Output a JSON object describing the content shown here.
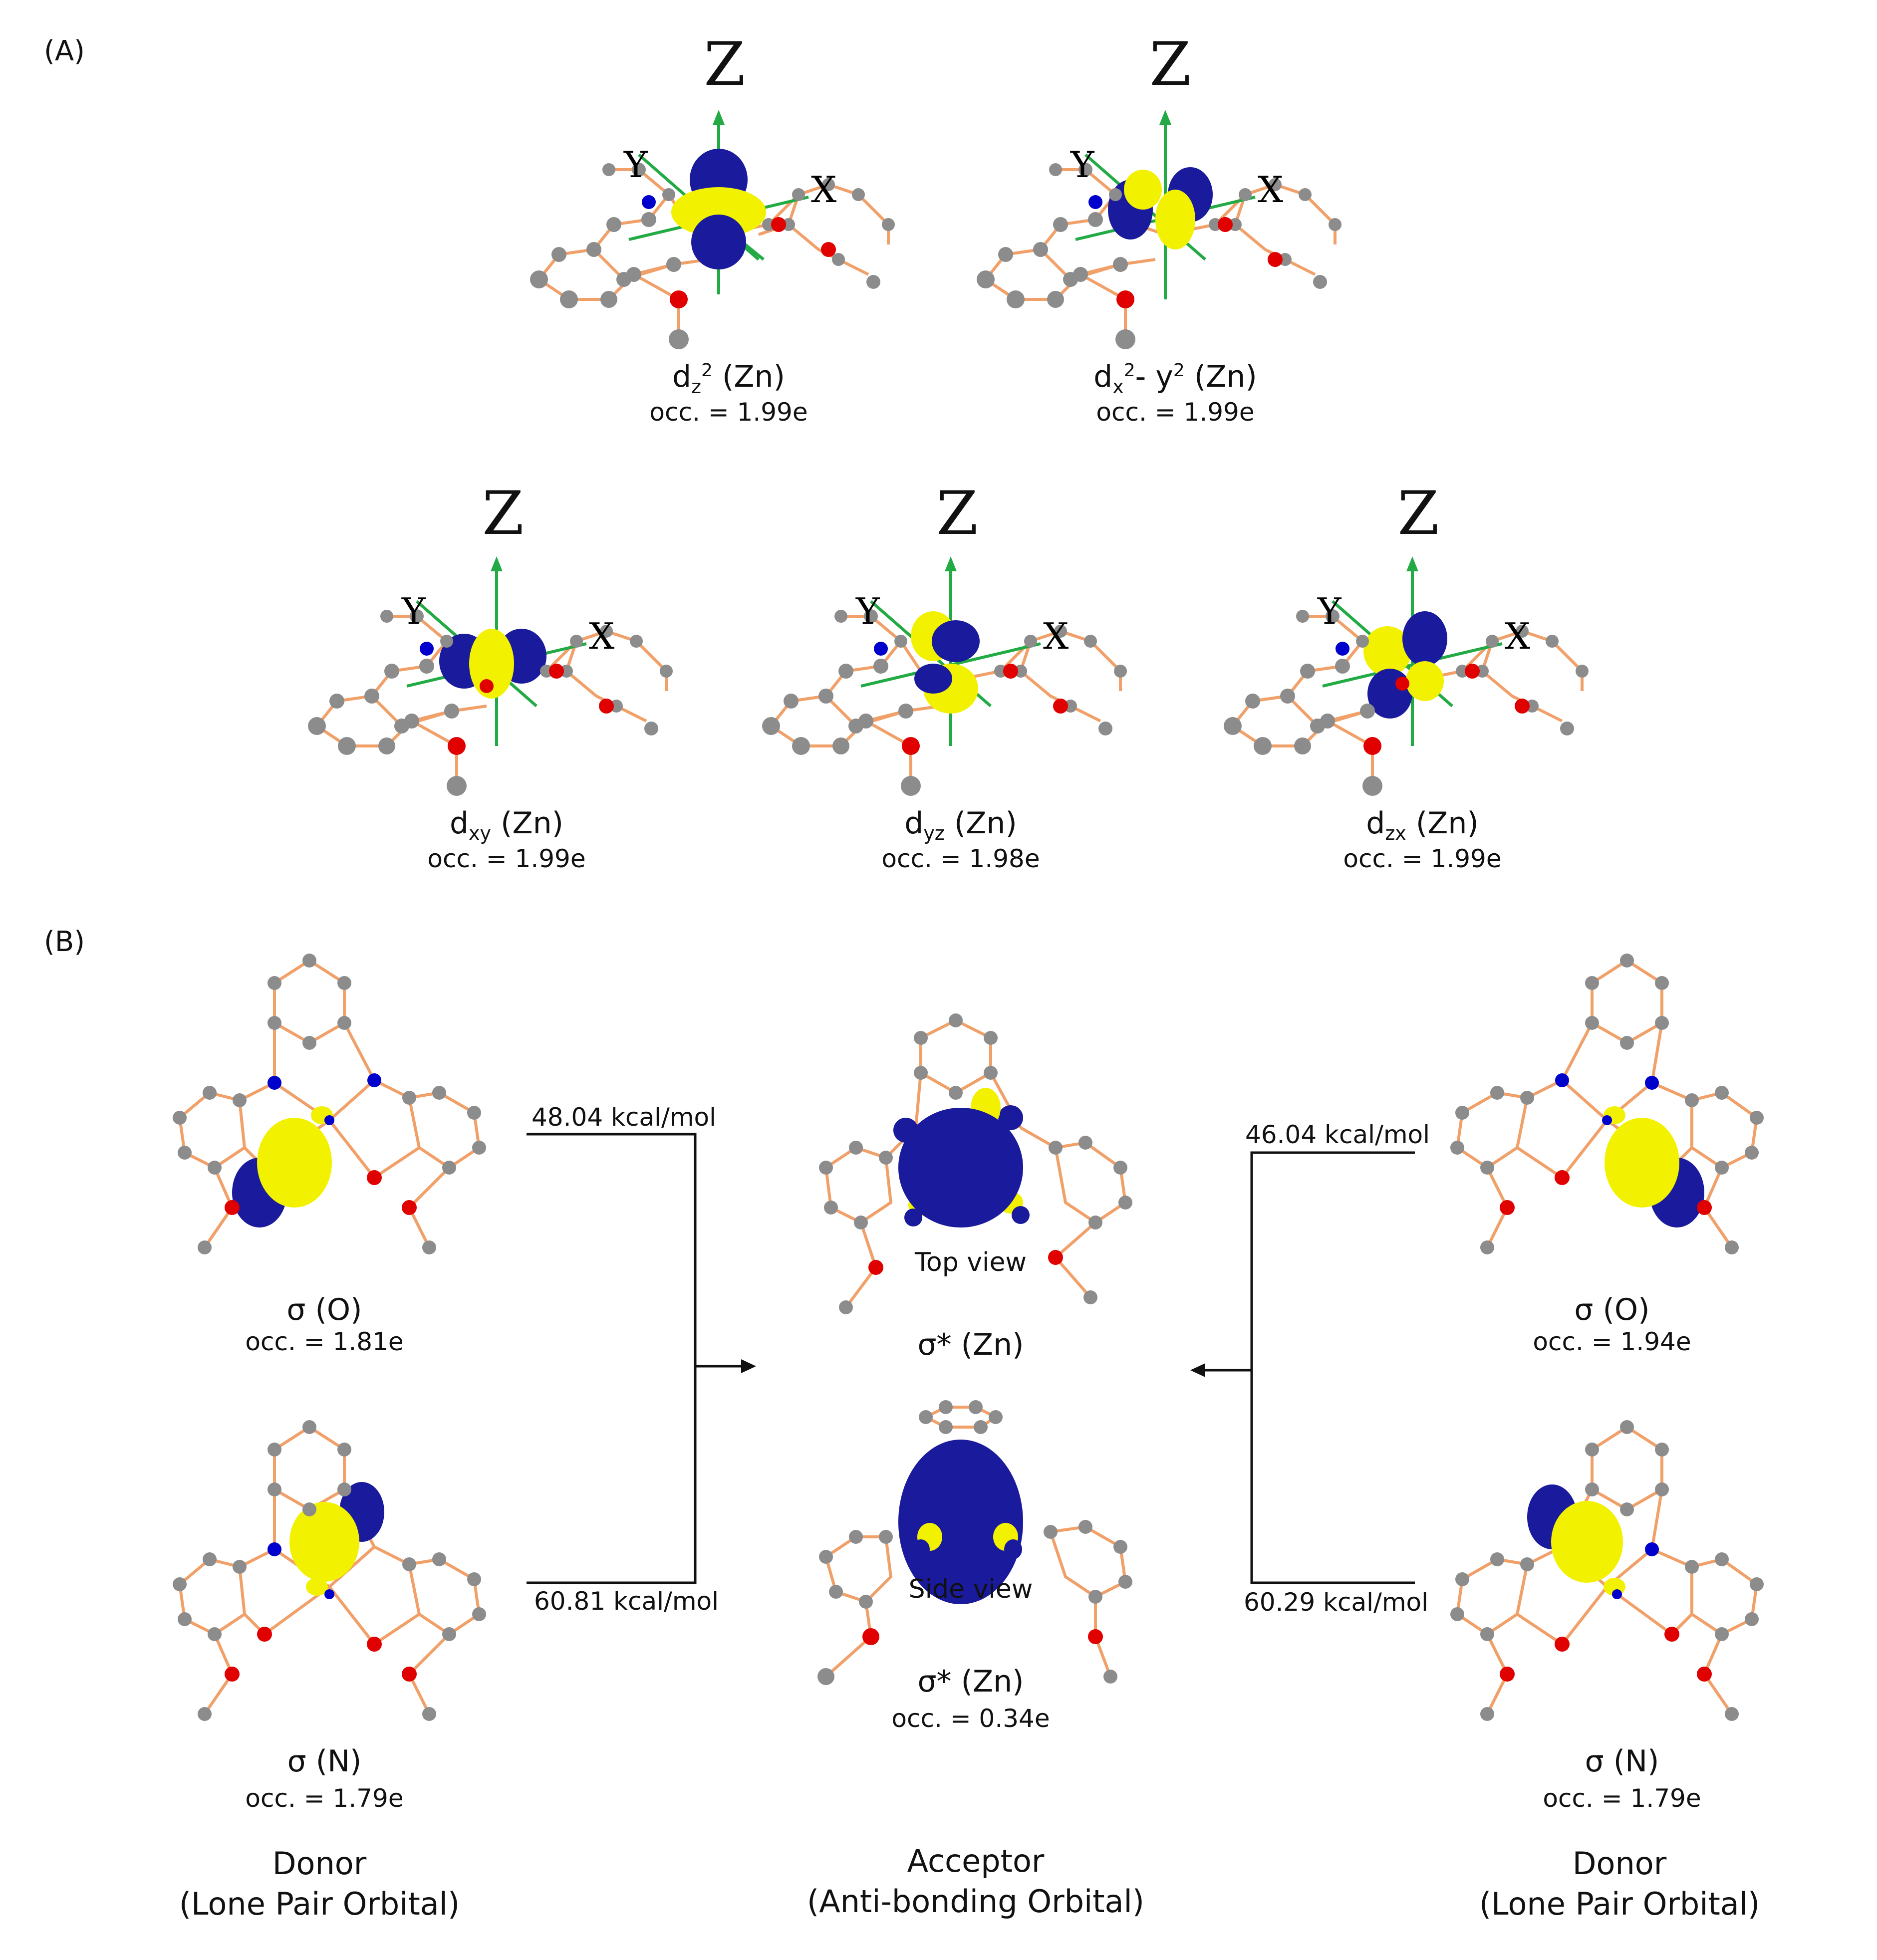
{
  "panel_a": {
    "label": "(A)",
    "axis_labels": {
      "z": "Z",
      "x": "X",
      "y": "Y"
    },
    "orbitals": [
      {
        "name": "d",
        "sub": "z",
        "sup": "2",
        "tail": " (Zn)",
        "occ": "occ. = 1.99e"
      },
      {
        "name": "d",
        "sub": "x",
        "sup": "2",
        "mid": "- y",
        "sup2": "2",
        "tail": " (Zn)",
        "occ": "occ. = 1.99e"
      },
      {
        "name": "d",
        "sub": "xy",
        "tail": " (Zn)",
        "occ": "occ. = 1.99e"
      },
      {
        "name": "d",
        "sub": "yz",
        "tail": " (Zn)",
        "occ": "occ. = 1.98e"
      },
      {
        "name": "d",
        "sub": "zx",
        "tail": " (Zn)",
        "occ": "occ. = 1.99e"
      }
    ]
  },
  "panel_b": {
    "label": "(B)",
    "donor_left": [
      {
        "label": "σ (O)",
        "occ": "occ. = 1.81e",
        "energy": "48.04 kcal/mol"
      },
      {
        "label": "σ (N)",
        "occ": "occ. = 1.79e",
        "energy": "60.81 kcal/mol"
      }
    ],
    "donor_right": [
      {
        "label": "σ (O)",
        "occ": "occ. = 1.94e",
        "energy": "46.04 kcal/mol"
      },
      {
        "label": "σ (N)",
        "occ": "occ. = 1.79e",
        "energy": "60.29 kcal/mol"
      }
    ],
    "acceptor": {
      "top_view": "Top view",
      "side_view": "Side view",
      "label_top": "σ* (Zn)",
      "label_bottom": "σ* (Zn)",
      "occ": "occ. = 0.34e"
    },
    "roles": {
      "donor": "Donor",
      "donor_sub": "(Lone Pair Orbital)",
      "acceptor": "Acceptor",
      "acceptor_sub": "(Anti-bonding Orbital)"
    }
  },
  "colors": {
    "bond": "#f0a068",
    "carbon": "#8c8c8c",
    "oxygen": "#e00000",
    "nitrogen": "#0000cc",
    "lobe_positive": "#1a1a9c",
    "lobe_negative": "#f2f200",
    "axis": "#22aa44"
  }
}
